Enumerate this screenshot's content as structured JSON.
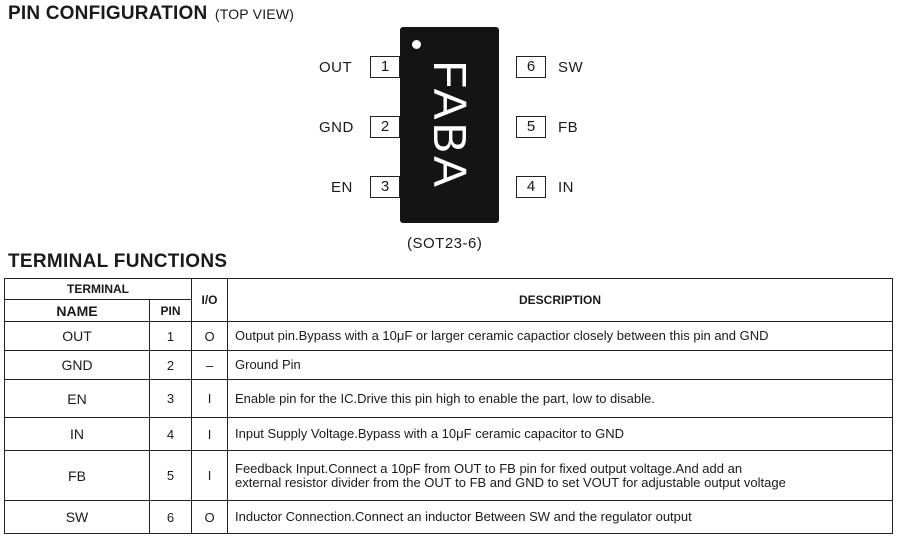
{
  "pin_config": {
    "title": "PIN CONFIGURATION",
    "subtitle": "(TOP VIEW)",
    "chip_marking": "FABA",
    "package": "(SOT23-6)",
    "left_pins": [
      {
        "num": "1",
        "name": "OUT"
      },
      {
        "num": "2",
        "name": "GND"
      },
      {
        "num": "3",
        "name": "EN"
      }
    ],
    "right_pins": [
      {
        "num": "6",
        "name": "SW"
      },
      {
        "num": "5",
        "name": "FB"
      },
      {
        "num": "4",
        "name": "IN"
      }
    ]
  },
  "terminal_functions": {
    "title": "TERMINAL FUNCTIONS",
    "headers": {
      "terminal": "TERMINAL",
      "name": "NAME",
      "pin": "PIN",
      "io": "I/O",
      "description": "DESCRIPTION"
    },
    "rows": [
      {
        "name": "OUT",
        "pin": "1",
        "io": "O",
        "desc": "Output pin.Bypass with a 10μF or larger ceramic capactior closely between this pin and GND"
      },
      {
        "name": "GND",
        "pin": "2",
        "io": "–",
        "desc": "Ground Pin"
      },
      {
        "name": "EN",
        "pin": "3",
        "io": "I",
        "desc": "Enable pin for the IC.Drive this pin high to enable the part, low to disable."
      },
      {
        "name": "IN",
        "pin": "4",
        "io": "I",
        "desc": "Input Supply Voltage.Bypass with a 10μF ceramic capacitor to GND"
      },
      {
        "name": "FB",
        "pin": "5",
        "io": "I",
        "desc": "Feedback Input.Connect a 10pF from OUT to FB pin for fixed output voltage.And add an",
        "desc2": "external resistor divider from the OUT to FB and GND to set VOUT for adjustable output voltage"
      },
      {
        "name": "SW",
        "pin": "6",
        "io": "O",
        "desc": "Inductor Connection.Connect an inductor Between SW and the regulator output"
      }
    ]
  }
}
